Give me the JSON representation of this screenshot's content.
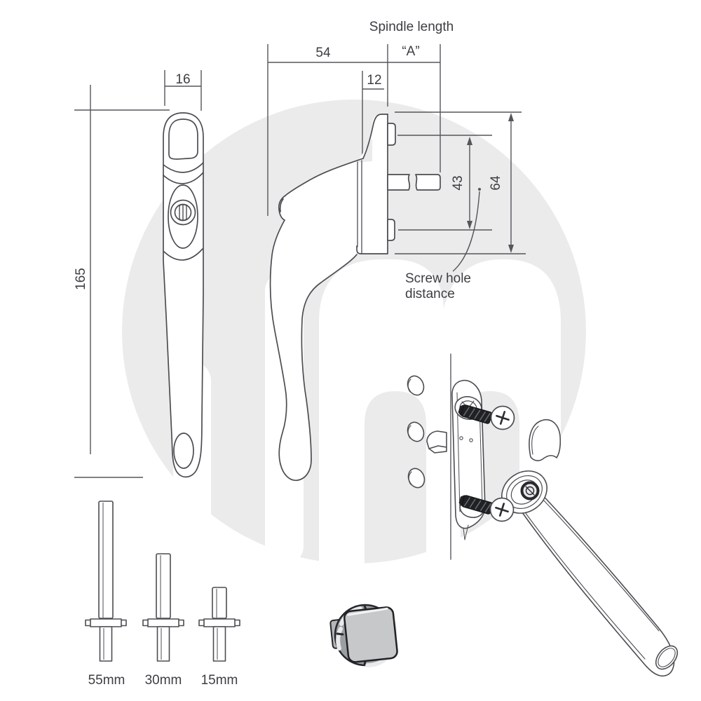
{
  "page": {
    "background": "#ffffff",
    "line_color": "#4c4d52",
    "dim_line_color": "#55565b",
    "text_color": "#3d3e42",
    "watermark_color": "#ebebeb",
    "screw_color": "#202125",
    "adapter_ring_color": "#9b9ea3",
    "adapter_boss_color": "#c6c8ca"
  },
  "title": {
    "spindle_length": "Spindle length"
  },
  "dims": {
    "front_width": "16",
    "handle_length": "165",
    "base_to_spindle": "54",
    "spindle_length_a": "“A”",
    "neck_depth": "12",
    "screw_hole_distance": "43",
    "plate_height": "64"
  },
  "annotations": {
    "screw_hole_line1": "Screw hole",
    "screw_hole_line2": "distance"
  },
  "spindles": {
    "items": [
      {
        "label": "55mm"
      },
      {
        "label": "30mm"
      },
      {
        "label": "15mm"
      }
    ]
  }
}
